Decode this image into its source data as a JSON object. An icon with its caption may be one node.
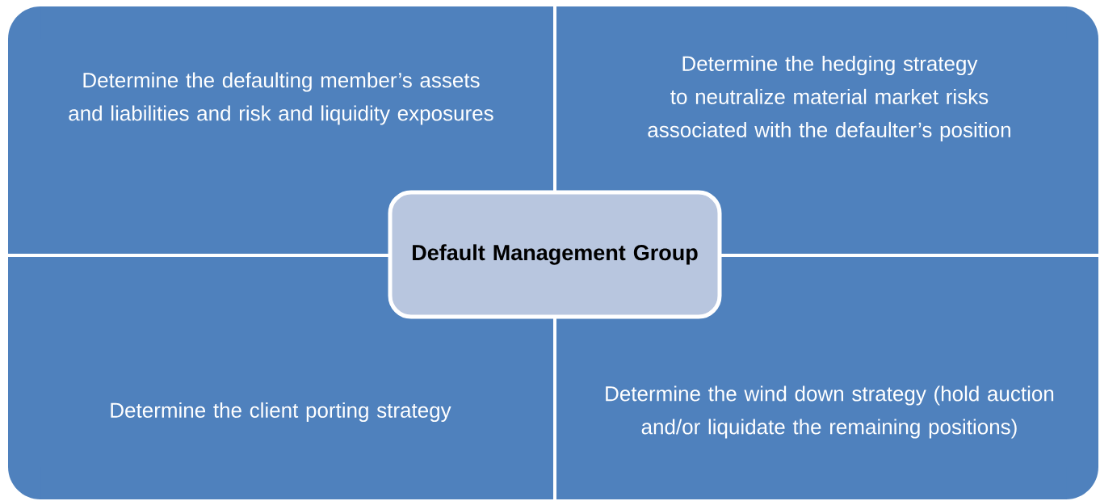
{
  "diagram": {
    "nodes": [
      {
        "text": [
          "Determine the defaulting member’s assets and liabilities and risk and liquidity exposures"
        ]
      },
      {
        "text": [
          "Determine the hedging strategy to neutralize material market risks associated with the defaulter’s position"
        ]
      },
      {
        "text": [
          "Default Management Group"
        ]
      },
      {
        "text": [
          "Determine the client porting strategy"
        ]
      },
      {
        "text": [
          "Determine the wind down strategy (hold auction and/or liquidate the remaining positions)"
        ]
      }
    ]
  }
}
